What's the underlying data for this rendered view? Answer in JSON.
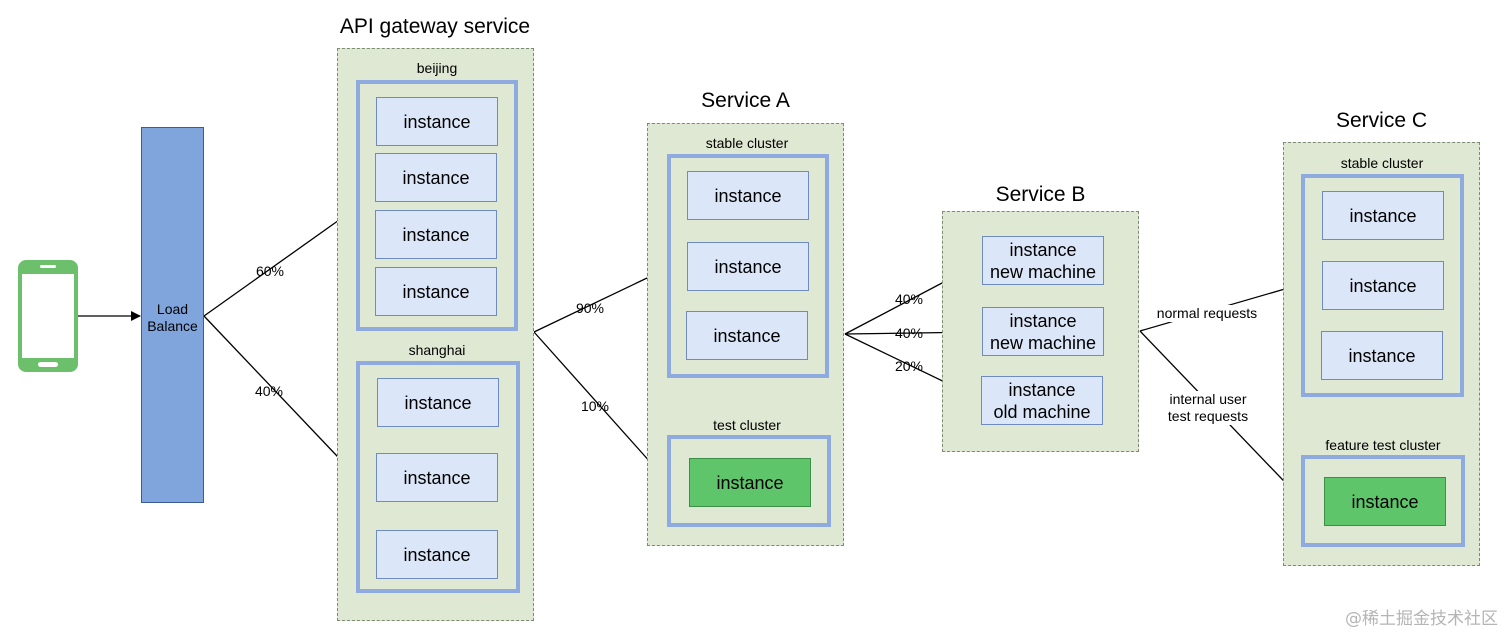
{
  "gateway": {
    "title": "API gateway service",
    "beijing": {
      "label": "beijing",
      "instances": [
        "instance",
        "instance",
        "instance",
        "instance"
      ]
    },
    "shanghai": {
      "label": "shanghai",
      "instances": [
        "instance",
        "instance",
        "instance"
      ]
    }
  },
  "load_balance": {
    "label": "Load\nBalance"
  },
  "service_a": {
    "title": "Service A",
    "stable": {
      "label": "stable cluster",
      "instances": [
        "instance",
        "instance",
        "instance"
      ]
    },
    "test": {
      "label": "test cluster",
      "instances": [
        "instance"
      ]
    }
  },
  "service_b": {
    "title": "Service B",
    "instances": [
      {
        "line1": "instance",
        "line2": "new machine"
      },
      {
        "line1": "instance",
        "line2": "new machine"
      },
      {
        "line1": "instance",
        "line2": "old machine"
      }
    ]
  },
  "service_c": {
    "title": "Service C",
    "stable": {
      "label": "stable cluster",
      "instances": [
        "instance",
        "instance",
        "instance"
      ]
    },
    "feature": {
      "label": "feature test cluster",
      "instances": [
        "instance"
      ]
    }
  },
  "edges": {
    "lb_beijing": "60%",
    "lb_shanghai": "40%",
    "gw_stable": "90%",
    "gw_test": "10%",
    "a_b1": "40%",
    "a_b2": "40%",
    "a_b3": "20%",
    "b_c_normal": "normal requests",
    "b_c_internal_1": "internal user",
    "b_c_internal_2": "test requests"
  },
  "watermark": "@稀土掘金技术社区",
  "colors": {
    "service_bg": "#dfe8d3",
    "cluster_border": "#8eaadf",
    "instance_bg": "#dbe6f8",
    "test_instance_bg": "#5ec56a",
    "load_balance_bg": "#7fa5dc",
    "phone_color": "#6cc06c"
  },
  "icons": {
    "client": "mobile-phone-icon"
  }
}
